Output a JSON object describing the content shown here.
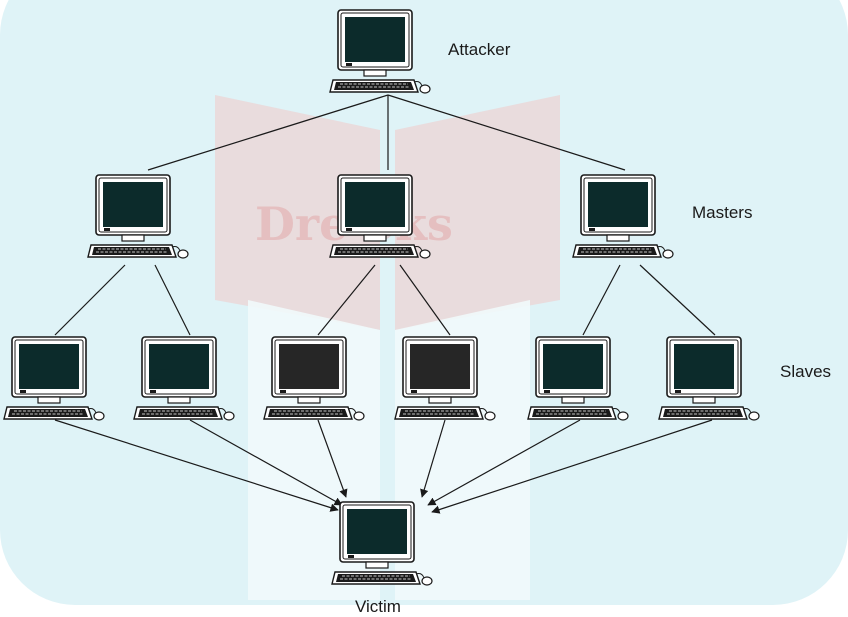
{
  "labels": {
    "attacker": "Attacker",
    "masters": "Masters",
    "slaves": "Slaves",
    "victim": "Victim"
  },
  "watermark": {
    "text": "Dreamtech books",
    "show_text": "Dre   oks"
  },
  "colors": {
    "background": "#dff3f7",
    "screen_dark": "#0c2b2b",
    "screen_gray": "#262626",
    "line": "#1a1a1a",
    "watermark": "#d65a5a"
  },
  "icons": {
    "computer": "desktop-computer-icon"
  }
}
